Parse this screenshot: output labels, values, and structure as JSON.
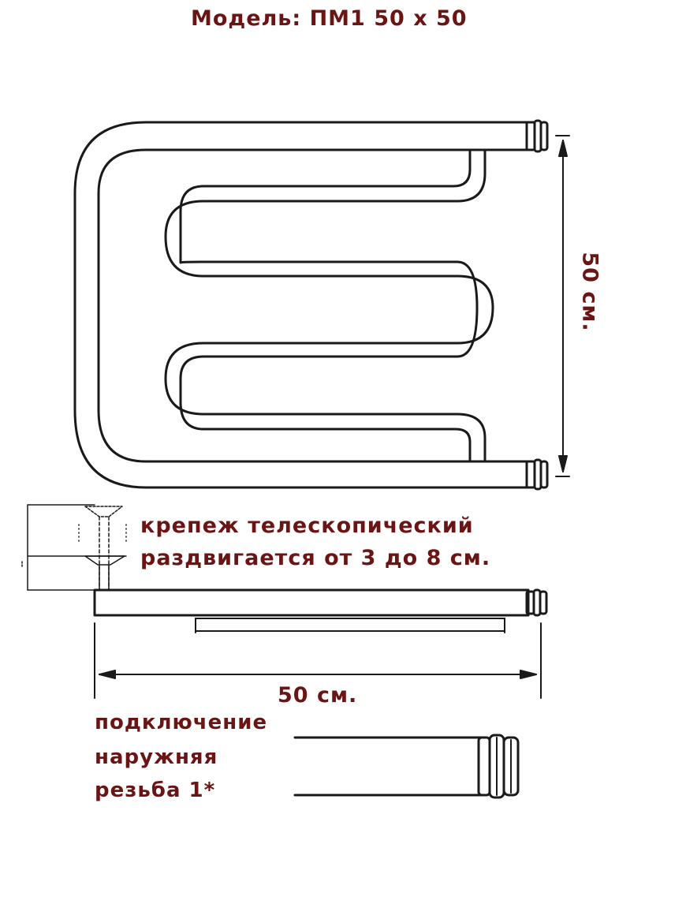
{
  "title": "Модель: ПМ1 50 х 50",
  "height_label": "50 см.",
  "width_label": "50 см.",
  "mount_note": {
    "line1": "крепеж телескопический",
    "line2": "раздвигается от 3 до 8 см."
  },
  "connection_note": {
    "line1": "подключение",
    "line2": "наружняя",
    "line3": "резьба 1*"
  },
  "colors": {
    "text": "#6b1414",
    "lines": "#1a1a1a",
    "background": "#ffffff"
  }
}
